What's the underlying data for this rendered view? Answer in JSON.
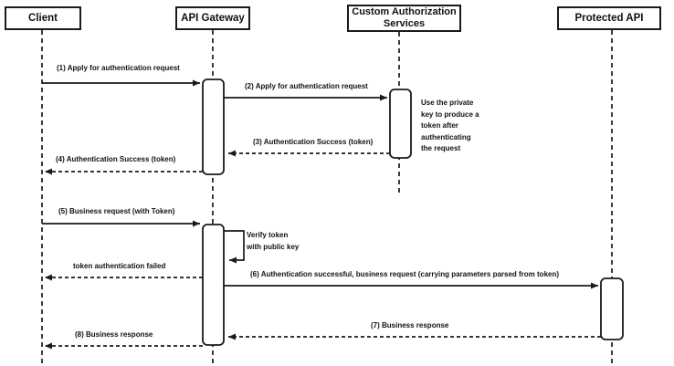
{
  "diagram": {
    "kind": "uml-sequence-diagram",
    "colors": {
      "stroke": "#1a1a1a",
      "background": "#ffffff"
    },
    "participants": [
      {
        "id": "client",
        "label": "Client"
      },
      {
        "id": "api-gateway",
        "label": "API Gateway"
      },
      {
        "id": "custom-auth",
        "label": "Custom Authorization\nServices"
      },
      {
        "id": "protected-api",
        "label": "Protected API"
      }
    ],
    "messages": [
      {
        "seq": "1",
        "from": "Client",
        "to": "API Gateway",
        "line": "solid",
        "label": "(1) Apply for authentication request"
      },
      {
        "seq": "2",
        "from": "API Gateway",
        "to": "Custom Authorization Services",
        "line": "solid",
        "label": "(2) Apply for authentication request"
      },
      {
        "seq": "3",
        "from": "Custom Authorization Services",
        "to": "API Gateway",
        "line": "dashed",
        "label": "(3) Authentication Success (token)"
      },
      {
        "seq": "4",
        "from": "API Gateway",
        "to": "Client",
        "line": "dashed",
        "label": "(4) Authentication Success (token)"
      },
      {
        "seq": "5",
        "from": "Client",
        "to": "API Gateway",
        "line": "solid",
        "label": "(5) Business request (with Token)"
      },
      {
        "seq": "self",
        "from": "API Gateway",
        "to": "API Gateway",
        "line": "solid",
        "label": "Verify token\nwith public key"
      },
      {
        "seq": "",
        "from": "API Gateway",
        "to": "Client",
        "line": "dashed",
        "label": "token authentication failed"
      },
      {
        "seq": "6",
        "from": "API Gateway",
        "to": "Protected API",
        "line": "solid",
        "label": "(6) Authentication successful, business request (carrying parameters parsed from token)"
      },
      {
        "seq": "7",
        "from": "Protected API",
        "to": "API Gateway",
        "line": "dashed",
        "label": "(7) Business response"
      },
      {
        "seq": "8",
        "from": "API Gateway",
        "to": "Client",
        "line": "dashed",
        "label": "(8) Business response"
      }
    ],
    "note": {
      "attached_to": "Custom Authorization Services",
      "text": "Use the private\nkey to produce a\ntoken after\nauthenticating\nthe request"
    }
  }
}
